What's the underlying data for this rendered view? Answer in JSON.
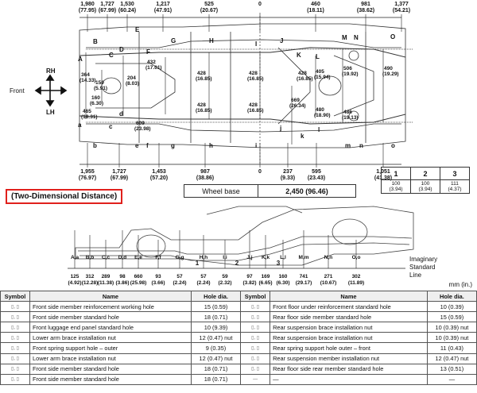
{
  "top_dims": [
    {
      "v": "1,980",
      "in": "(77.95)"
    },
    {
      "v": "1,727",
      "in": "(67.99)"
    },
    {
      "v": "1,530",
      "in": "(60.24)"
    },
    {
      "v": "1,217",
      "in": "(47.91)"
    },
    {
      "v": "525",
      "in": "(20.67)"
    },
    {
      "v": "0",
      "in": ""
    },
    {
      "v": "460",
      "in": "(18.11)"
    },
    {
      "v": "981",
      "in": "(38.62)"
    },
    {
      "v": "1,377",
      "in": "(54.21)"
    }
  ],
  "bottom_dims": [
    {
      "v": "1,955",
      "in": "(76.97)"
    },
    {
      "v": "1,727",
      "in": "(67.99)"
    },
    {
      "v": "1,453",
      "in": "(57.20)"
    },
    {
      "v": "987",
      "in": "(38.86)"
    },
    {
      "v": "0",
      "in": ""
    },
    {
      "v": "237",
      "in": "(9.33)"
    },
    {
      "v": "595",
      "in": "(23.43)"
    },
    {
      "v": "1,051",
      "in": "(41.38)"
    }
  ],
  "plan_labels_upper": [
    "A",
    "B",
    "C",
    "D",
    "E",
    "F",
    "G",
    "H",
    "I",
    "J",
    "K",
    "L",
    "M",
    "N",
    "O"
  ],
  "plan_labels_lower": [
    "a",
    "b",
    "c",
    "d",
    "e",
    "f",
    "g",
    "h",
    "i",
    "j",
    "k",
    "l",
    "m",
    "n",
    "o"
  ],
  "width_dims": [
    {
      "v": "364",
      "in": "(14.33)"
    },
    {
      "v": "465",
      "in": "(18.31)"
    },
    {
      "v": "150",
      "in": "(5.91)"
    },
    {
      "v": "160",
      "in": "(6.30)"
    },
    {
      "v": "204",
      "in": "(8.03)"
    },
    {
      "v": "609",
      "in": "(23.98)"
    },
    {
      "v": "432",
      "in": "(17.01)"
    },
    {
      "v": "428",
      "in": "(16.85)"
    },
    {
      "v": "428",
      "in": "(16.85)"
    },
    {
      "v": "428",
      "in": "(16.85)"
    },
    {
      "v": "428",
      "in": "(16.85)"
    },
    {
      "v": "428",
      "in": "(16.85)"
    },
    {
      "v": "669",
      "in": "(26.34)"
    },
    {
      "v": "405",
      "in": "(15.94)"
    },
    {
      "v": "480",
      "in": "(18.90)"
    },
    {
      "v": "506",
      "in": "(19.92)"
    },
    {
      "v": "486",
      "in": "(19.13)"
    },
    {
      "v": "490",
      "in": "(19.29)"
    }
  ],
  "orientation": {
    "rh": "RH",
    "lh": "LH",
    "front": "Front"
  },
  "wheel_base": {
    "label": "Wheel base",
    "value": "2,450 (96.46)"
  },
  "hole_table": {
    "headers": [
      "1",
      "2",
      "3"
    ],
    "values": [
      "100\n(3.94)",
      "100\n(3.94)",
      "111\n(4.37)"
    ]
  },
  "section_title": "(Two-Dimensional Distance)",
  "side_labels": [
    {
      "sym": "A,a",
      "v": "125",
      "in": "(4.92)"
    },
    {
      "sym": "B,b",
      "v": "312",
      "in": "(12.28)"
    },
    {
      "sym": "C,c",
      "v": "289",
      "in": "(11.38)"
    },
    {
      "sym": "D,d",
      "v": "98",
      "in": "(3.86)"
    },
    {
      "sym": "E,e",
      "v": "660",
      "in": "(25.98)"
    },
    {
      "sym": "F,f",
      "v": "93",
      "in": "(3.66)"
    },
    {
      "sym": "G,g",
      "v": "57",
      "in": "(2.24)"
    },
    {
      "sym": "H,h",
      "v": "57",
      "in": "(2.24)"
    },
    {
      "sym": "I,i",
      "v": "59",
      "in": "(2.32)"
    },
    {
      "sym": "J,j",
      "v": "97",
      "in": "(3.82)"
    },
    {
      "sym": "K,k",
      "v": "169",
      "in": "(6.65)"
    },
    {
      "sym": "L,l",
      "v": "160",
      "in": "(6.30)"
    },
    {
      "sym": "M,m",
      "v": "741",
      "in": "(29.17)"
    },
    {
      "sym": "N,n",
      "v": "271",
      "in": "(10.67)"
    },
    {
      "sym": "O,o",
      "v": "302",
      "in": "(11.89)"
    }
  ],
  "side_markers": [
    "1",
    "2",
    "3"
  ],
  "imaginary_line": [
    "Imaginary",
    "Standard",
    "Line"
  ],
  "unit": "mm (in.)",
  "table": {
    "headers": [
      "Symbol",
      "Name",
      "Hole dia.",
      "Symbol",
      "Name",
      "Hole dia."
    ],
    "rows": [
      {
        "s1": "▯, ▯",
        "n1": "Front side member reinforcement working hole",
        "d1": "15 (0.59)",
        "s2": "▯, ▯",
        "n2": "Front floor under reinforcement standard hole",
        "d2": "10 (0.39)"
      },
      {
        "s1": "▯, ▯",
        "n1": "Front side member standard hole",
        "d1": "18 (0.71)",
        "s2": "▯, ▯",
        "n2": "Rear floor side member standard hole",
        "d2": "15 (0.59)"
      },
      {
        "s1": "▯, ▯",
        "n1": "Front luggage end panel standard hole",
        "d1": "10 (9.39)",
        "s2": "▯, ▯",
        "n2": "Rear suspension brace installation nut",
        "d2": "10 (0.39) nut"
      },
      {
        "s1": "▯, ▯",
        "n1": "Lower arm brace installation nut",
        "d1": "12 (0.47) nut",
        "s2": "▯, ▯",
        "n2": "Rear suspension brace installation nut",
        "d2": "10 (0.39) nut"
      },
      {
        "s1": "▯, ▯",
        "n1": "Front spring support hole – outer",
        "d1": "9 (0.35)",
        "s2": "▯, ▯",
        "n2": "Rear spring support hole outer – front",
        "d2": "11 (0.43)"
      },
      {
        "s1": "▯, ▯",
        "n1": "Lower arm brace installation nut",
        "d1": "12 (0.47) nut",
        "s2": "▯, ▯",
        "n2": "Rear suspension member installation nut",
        "d2": "12 (0.47) nut"
      },
      {
        "s1": "▯, ▯",
        "n1": "Front side member standard hole",
        "d1": "18 (0.71)",
        "s2": "▯, ▯",
        "n2": "Rear floor side rear member standard hole",
        "d2": "13 (0.51)"
      },
      {
        "s1": "▯, ▯",
        "n1": "Front side member standard hole",
        "d1": "18 (0.71)",
        "s2": "—",
        "n2": "—",
        "d2": "—"
      }
    ]
  }
}
